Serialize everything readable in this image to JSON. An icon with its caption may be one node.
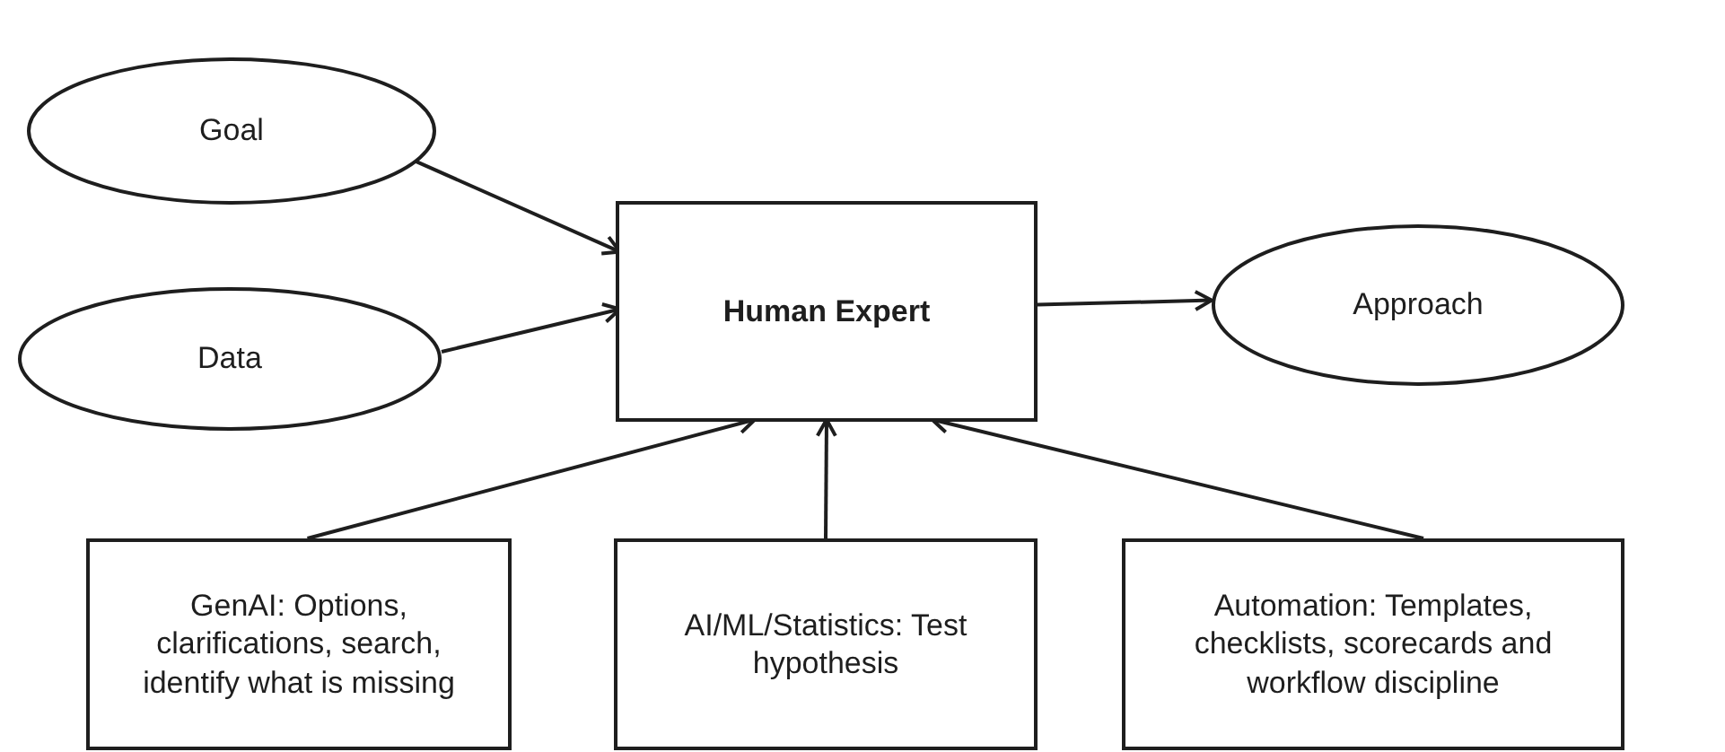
{
  "diagram": {
    "nodes": [
      {
        "text": [
          "Goal"
        ]
      },
      {
        "text": [
          "Data"
        ]
      },
      {
        "text": [
          "Human Expert"
        ]
      },
      {
        "text": [
          "Approach"
        ]
      },
      {
        "text": [
          "GenAI: Options, clarifications, search, identify what is missing"
        ]
      },
      {
        "text": [
          "AI/ML/Statistics: Test hypothesis"
        ]
      },
      {
        "text": [
          "Automation: Templates, checklists, scorecards and workflow discipline"
        ]
      }
    ],
    "edges": [
      {
        "from": 0,
        "to": 2,
        "arrow": "to"
      },
      {
        "from": 1,
        "to": 2,
        "arrow": "to"
      },
      {
        "from": 2,
        "to": 3,
        "arrow": "to"
      },
      {
        "from": 4,
        "to": 2,
        "arrow": "to"
      },
      {
        "from": 5,
        "to": 2,
        "arrow": "to"
      },
      {
        "from": 6,
        "to": 2,
        "arrow": "to"
      }
    ]
  }
}
